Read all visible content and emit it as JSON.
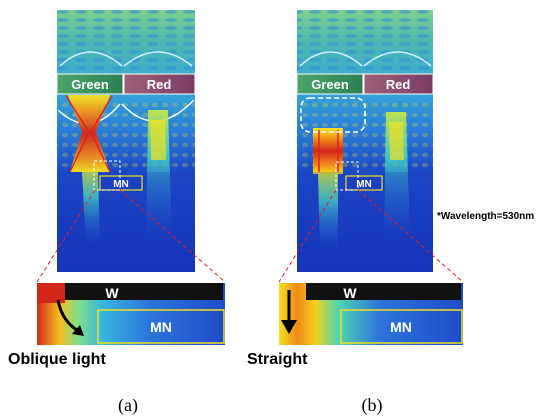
{
  "panels": [
    {
      "id": "a",
      "pixel_labels": [
        "Green",
        "Red"
      ],
      "region_label": "MN",
      "zoom": {
        "electrode_label": "W",
        "region_label": "MN"
      },
      "light_caption": "Oblique light",
      "sub_caption": "(a)"
    },
    {
      "id": "b",
      "pixel_labels": [
        "Green",
        "Red"
      ],
      "region_label": "MN",
      "zoom": {
        "electrode_label": "W",
        "region_label": "MN"
      },
      "light_caption": "Straight",
      "sub_caption": "(b)"
    }
  ],
  "wavelength_note": "*Wavelength=530nm",
  "colors": {
    "field_high": "#d21a10",
    "field_mid": "#f0e020",
    "field_low": "#1a3cc0",
    "callout_lines": "#e02020",
    "box_outline": "#f0e020",
    "arrow": "#000000"
  }
}
